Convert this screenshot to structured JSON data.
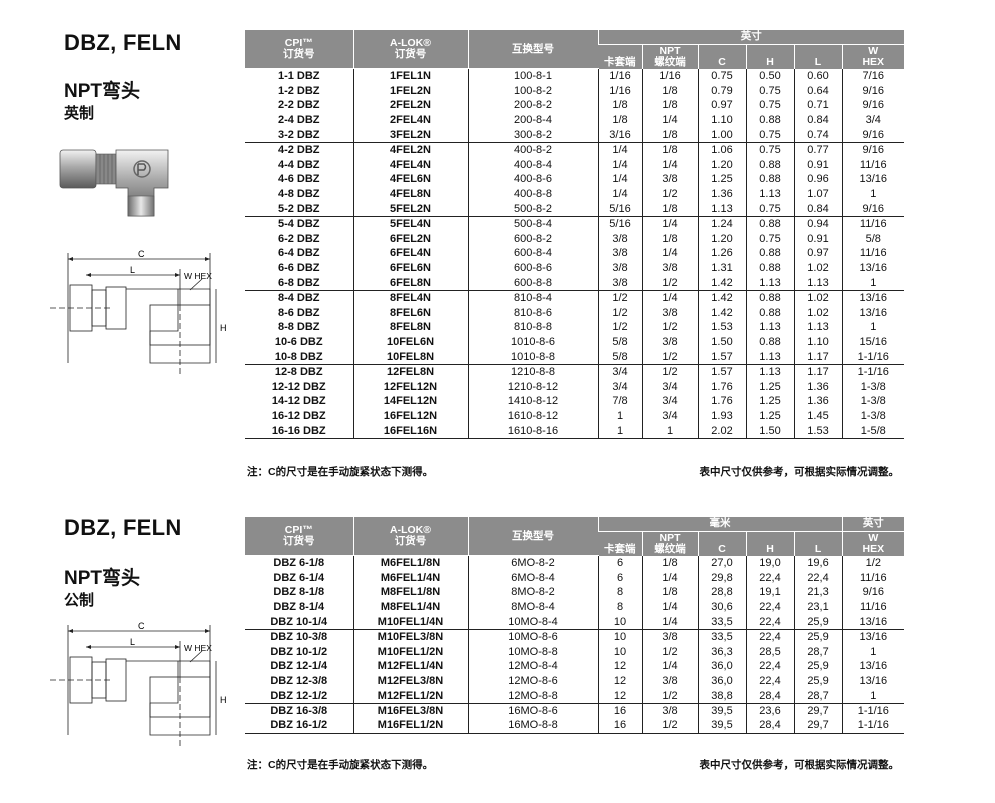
{
  "imperial": {
    "title": "DBZ, FELN",
    "subtitle": "NPT弯头",
    "subtitle2": "英制",
    "header": {
      "col_cpi": "CPI™",
      "col_cpi_sub": "订货号",
      "col_alok": "A-LOK®",
      "col_alok_sub": "订货号",
      "col_interchange": "互换型号",
      "unit_group": "英寸",
      "col_ferrule_end": "卡套端",
      "col_npt": "NPT",
      "col_npt_sub": "螺纹端",
      "col_c": "C",
      "col_h": "H",
      "col_l": "L",
      "col_w": "W",
      "col_w_sub": "HEX"
    },
    "rows": [
      {
        "cpi": "1-1 DBZ",
        "alok": "1FEL1N",
        "inter": "100-8-1",
        "tube": "1/16",
        "npt": "1/16",
        "c": "0.75",
        "h": "0.50",
        "l": "0.60",
        "w": "7/16",
        "grp": false
      },
      {
        "cpi": "1-2 DBZ",
        "alok": "1FEL2N",
        "inter": "100-8-2",
        "tube": "1/16",
        "npt": "1/8",
        "c": "0.79",
        "h": "0.75",
        "l": "0.64",
        "w": "9/16",
        "grp": false
      },
      {
        "cpi": "2-2 DBZ",
        "alok": "2FEL2N",
        "inter": "200-8-2",
        "tube": "1/8",
        "npt": "1/8",
        "c": "0.97",
        "h": "0.75",
        "l": "0.71",
        "w": "9/16",
        "grp": false
      },
      {
        "cpi": "2-4 DBZ",
        "alok": "2FEL4N",
        "inter": "200-8-4",
        "tube": "1/8",
        "npt": "1/4",
        "c": "1.10",
        "h": "0.88",
        "l": "0.84",
        "w": "3/4",
        "grp": false
      },
      {
        "cpi": "3-2 DBZ",
        "alok": "3FEL2N",
        "inter": "300-8-2",
        "tube": "3/16",
        "npt": "1/8",
        "c": "1.00",
        "h": "0.75",
        "l": "0.74",
        "w": "9/16",
        "grp": false
      },
      {
        "cpi": "4-2 DBZ",
        "alok": "4FEL2N",
        "inter": "400-8-2",
        "tube": "1/4",
        "npt": "1/8",
        "c": "1.06",
        "h": "0.75",
        "l": "0.77",
        "w": "9/16",
        "grp": true
      },
      {
        "cpi": "4-4 DBZ",
        "alok": "4FEL4N",
        "inter": "400-8-4",
        "tube": "1/4",
        "npt": "1/4",
        "c": "1.20",
        "h": "0.88",
        "l": "0.91",
        "w": "11/16",
        "grp": false
      },
      {
        "cpi": "4-6 DBZ",
        "alok": "4FEL6N",
        "inter": "400-8-6",
        "tube": "1/4",
        "npt": "3/8",
        "c": "1.25",
        "h": "0.88",
        "l": "0.96",
        "w": "13/16",
        "grp": false
      },
      {
        "cpi": "4-8 DBZ",
        "alok": "4FEL8N",
        "inter": "400-8-8",
        "tube": "1/4",
        "npt": "1/2",
        "c": "1.36",
        "h": "1.13",
        "l": "1.07",
        "w": "1",
        "grp": false
      },
      {
        "cpi": "5-2 DBZ",
        "alok": "5FEL2N",
        "inter": "500-8-2",
        "tube": "5/16",
        "npt": "1/8",
        "c": "1.13",
        "h": "0.75",
        "l": "0.84",
        "w": "9/16",
        "grp": false
      },
      {
        "cpi": "5-4 DBZ",
        "alok": "5FEL4N",
        "inter": "500-8-4",
        "tube": "5/16",
        "npt": "1/4",
        "c": "1.24",
        "h": "0.88",
        "l": "0.94",
        "w": "11/16",
        "grp": true
      },
      {
        "cpi": "6-2 DBZ",
        "alok": "6FEL2N",
        "inter": "600-8-2",
        "tube": "3/8",
        "npt": "1/8",
        "c": "1.20",
        "h": "0.75",
        "l": "0.91",
        "w": "5/8",
        "grp": false
      },
      {
        "cpi": "6-4 DBZ",
        "alok": "6FEL4N",
        "inter": "600-8-4",
        "tube": "3/8",
        "npt": "1/4",
        "c": "1.26",
        "h": "0.88",
        "l": "0.97",
        "w": "11/16",
        "grp": false
      },
      {
        "cpi": "6-6 DBZ",
        "alok": "6FEL6N",
        "inter": "600-8-6",
        "tube": "3/8",
        "npt": "3/8",
        "c": "1.31",
        "h": "0.88",
        "l": "1.02",
        "w": "13/16",
        "grp": false
      },
      {
        "cpi": "6-8 DBZ",
        "alok": "6FEL8N",
        "inter": "600-8-8",
        "tube": "3/8",
        "npt": "1/2",
        "c": "1.42",
        "h": "1.13",
        "l": "1.13",
        "w": "1",
        "grp": false
      },
      {
        "cpi": "8-4 DBZ",
        "alok": "8FEL4N",
        "inter": "810-8-4",
        "tube": "1/2",
        "npt": "1/4",
        "c": "1.42",
        "h": "0.88",
        "l": "1.02",
        "w": "13/16",
        "grp": true
      },
      {
        "cpi": "8-6 DBZ",
        "alok": "8FEL6N",
        "inter": "810-8-6",
        "tube": "1/2",
        "npt": "3/8",
        "c": "1.42",
        "h": "0.88",
        "l": "1.02",
        "w": "13/16",
        "grp": false
      },
      {
        "cpi": "8-8 DBZ",
        "alok": "8FEL8N",
        "inter": "810-8-8",
        "tube": "1/2",
        "npt": "1/2",
        "c": "1.53",
        "h": "1.13",
        "l": "1.13",
        "w": "1",
        "grp": false
      },
      {
        "cpi": "10-6 DBZ",
        "alok": "10FEL6N",
        "inter": "1010-8-6",
        "tube": "5/8",
        "npt": "3/8",
        "c": "1.50",
        "h": "0.88",
        "l": "1.10",
        "w": "15/16",
        "grp": false
      },
      {
        "cpi": "10-8 DBZ",
        "alok": "10FEL8N",
        "inter": "1010-8-8",
        "tube": "5/8",
        "npt": "1/2",
        "c": "1.57",
        "h": "1.13",
        "l": "1.17",
        "w": "1-1/16",
        "grp": false
      },
      {
        "cpi": "12-8 DBZ",
        "alok": "12FEL8N",
        "inter": "1210-8-8",
        "tube": "3/4",
        "npt": "1/2",
        "c": "1.57",
        "h": "1.13",
        "l": "1.17",
        "w": "1-1/16",
        "grp": true
      },
      {
        "cpi": "12-12 DBZ",
        "alok": "12FEL12N",
        "inter": "1210-8-12",
        "tube": "3/4",
        "npt": "3/4",
        "c": "1.76",
        "h": "1.25",
        "l": "1.36",
        "w": "1-3/8",
        "grp": false
      },
      {
        "cpi": "14-12 DBZ",
        "alok": "14FEL12N",
        "inter": "1410-8-12",
        "tube": "7/8",
        "npt": "3/4",
        "c": "1.76",
        "h": "1.25",
        "l": "1.36",
        "w": "1-3/8",
        "grp": false
      },
      {
        "cpi": "16-12 DBZ",
        "alok": "16FEL12N",
        "inter": "1610-8-12",
        "tube": "1",
        "npt": "3/4",
        "c": "1.93",
        "h": "1.25",
        "l": "1.45",
        "w": "1-3/8",
        "grp": false
      },
      {
        "cpi": "16-16 DBZ",
        "alok": "16FEL16N",
        "inter": "1610-8-16",
        "tube": "1",
        "npt": "1",
        "c": "2.02",
        "h": "1.50",
        "l": "1.53",
        "w": "1-5/8",
        "grp": false
      }
    ],
    "note_left": "注：C的尺寸是在手动旋紧状态下测得。",
    "note_right": "表中尺寸仅供参考，可根据实际情况调整。",
    "drawing": {
      "label_c": "C",
      "label_l": "L",
      "label_h": "H",
      "label_whex": "W HEX"
    }
  },
  "metric": {
    "title": "DBZ, FELN",
    "subtitle": "NPT弯头",
    "subtitle2": "公制",
    "header": {
      "col_cpi": "CPI™",
      "col_cpi_sub": "订货号",
      "col_alok": "A-LOK®",
      "col_alok_sub": "订货号",
      "col_interchange": "互换型号",
      "unit_group": "毫米",
      "unit_group2": "英寸",
      "col_ferrule_end": "卡套端",
      "col_npt": "NPT",
      "col_npt_sub": "螺纹端",
      "col_c": "C",
      "col_h": "H",
      "col_l": "L",
      "col_w": "W",
      "col_w_sub": "HEX"
    },
    "rows": [
      {
        "cpi": "DBZ 6-1/8",
        "alok": "M6FEL1/8N",
        "inter": "6MO-8-2",
        "tube": "6",
        "npt": "1/8",
        "c": "27,0",
        "h": "19,0",
        "l": "19,6",
        "w": "1/2",
        "grp": false
      },
      {
        "cpi": "DBZ 6-1/4",
        "alok": "M6FEL1/4N",
        "inter": "6MO-8-4",
        "tube": "6",
        "npt": "1/4",
        "c": "29,8",
        "h": "22,4",
        "l": "22,4",
        "w": "11/16",
        "grp": false
      },
      {
        "cpi": "DBZ 8-1/8",
        "alok": "M8FEL1/8N",
        "inter": "8MO-8-2",
        "tube": "8",
        "npt": "1/8",
        "c": "28,8",
        "h": "19,1",
        "l": "21,3",
        "w": "9/16",
        "grp": false
      },
      {
        "cpi": "DBZ 8-1/4",
        "alok": "M8FEL1/4N",
        "inter": "8MO-8-4",
        "tube": "8",
        "npt": "1/4",
        "c": "30,6",
        "h": "22,4",
        "l": "23,1",
        "w": "11/16",
        "grp": false
      },
      {
        "cpi": "DBZ 10-1/4",
        "alok": "M10FEL1/4N",
        "inter": "10MO-8-4",
        "tube": "10",
        "npt": "1/4",
        "c": "33,5",
        "h": "22,4",
        "l": "25,9",
        "w": "13/16",
        "grp": false
      },
      {
        "cpi": "DBZ 10-3/8",
        "alok": "M10FEL3/8N",
        "inter": "10MO-8-6",
        "tube": "10",
        "npt": "3/8",
        "c": "33,5",
        "h": "22,4",
        "l": "25,9",
        "w": "13/16",
        "grp": true
      },
      {
        "cpi": "DBZ 10-1/2",
        "alok": "M10FEL1/2N",
        "inter": "10MO-8-8",
        "tube": "10",
        "npt": "1/2",
        "c": "36,3",
        "h": "28,5",
        "l": "28,7",
        "w": "1",
        "grp": false
      },
      {
        "cpi": "DBZ 12-1/4",
        "alok": "M12FEL1/4N",
        "inter": "12MO-8-4",
        "tube": "12",
        "npt": "1/4",
        "c": "36,0",
        "h": "22,4",
        "l": "25,9",
        "w": "13/16",
        "grp": false
      },
      {
        "cpi": "DBZ 12-3/8",
        "alok": "M12FEL3/8N",
        "inter": "12MO-8-6",
        "tube": "12",
        "npt": "3/8",
        "c": "36,0",
        "h": "22,4",
        "l": "25,9",
        "w": "13/16",
        "grp": false
      },
      {
        "cpi": "DBZ 12-1/2",
        "alok": "M12FEL1/2N",
        "inter": "12MO-8-8",
        "tube": "12",
        "npt": "1/2",
        "c": "38,8",
        "h": "28,4",
        "l": "28,7",
        "w": "1",
        "grp": false
      },
      {
        "cpi": "DBZ 16-3/8",
        "alok": "M16FEL3/8N",
        "inter": "16MO-8-6",
        "tube": "16",
        "npt": "3/8",
        "c": "39,5",
        "h": "23,6",
        "l": "29,7",
        "w": "1-1/16",
        "grp": true
      },
      {
        "cpi": "DBZ 16-1/2",
        "alok": "M16FEL1/2N",
        "inter": "16MO-8-8",
        "tube": "16",
        "npt": "1/2",
        "c": "39,5",
        "h": "28,4",
        "l": "29,7",
        "w": "1-1/16",
        "grp": false
      }
    ],
    "note_left": "注：C的尺寸是在手动旋紧状态下测得。",
    "note_right": "表中尺寸仅供参考，可根据实际情况调整。",
    "drawing": {
      "label_c": "C",
      "label_l": "L",
      "label_h": "H",
      "label_whex": "W HEX"
    }
  }
}
